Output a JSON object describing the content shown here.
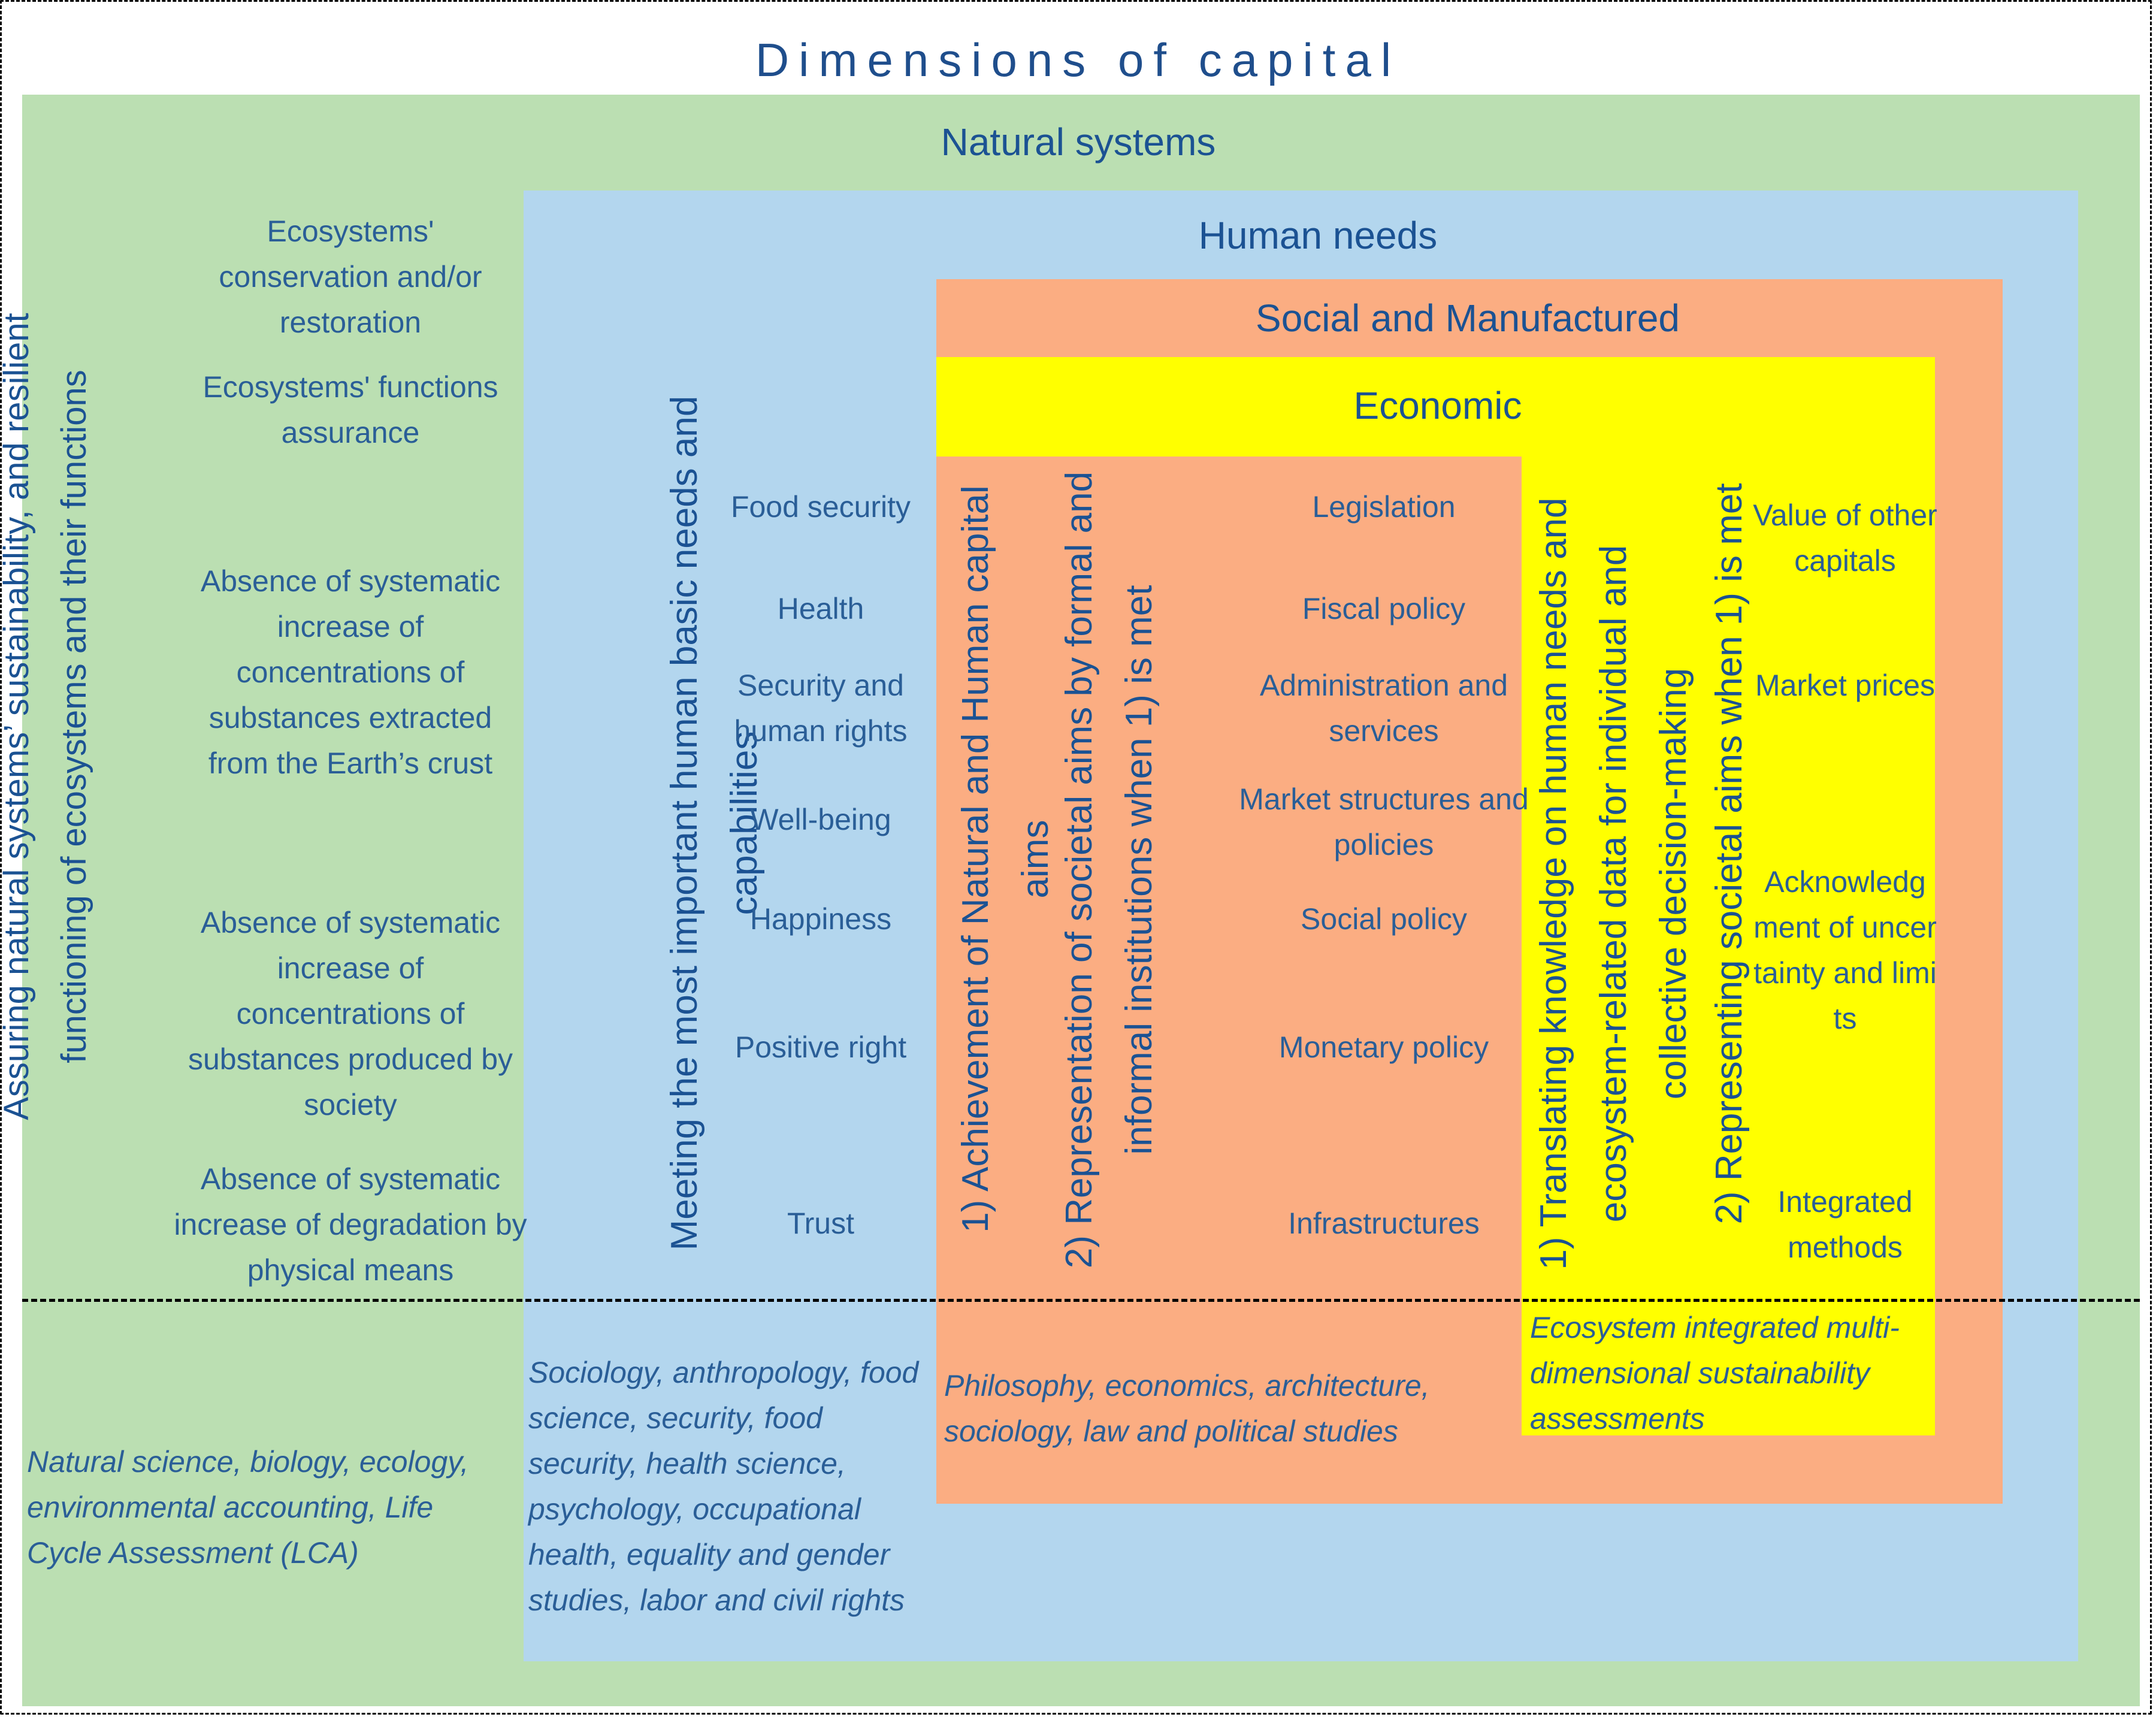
{
  "title": "Dimensions of capital",
  "headers": {
    "natural": "Natural systems",
    "human": "Human needs",
    "social": "Social and Manufactured",
    "economic": "Economic"
  },
  "natural": {
    "vertical": "Assuring natural systems’ sustainability, and resilient functioning of ecosystems and their functions",
    "items": [
      "Ecosystems' conservation and/or restoration",
      "Ecosystems' functions assurance",
      "Absence of systematic increase of concentrations of substances extracted from the Earth’s crust",
      "Absence of systematic increase of concentrations of substances produced by society",
      "Absence of systematic increase of degradation by physical means"
    ],
    "disciplines": "Natural science, biology, ecology, environmental accounting, Life Cycle Assessment (LCA)"
  },
  "human": {
    "vertical": "Meeting the most important human basic needs and capabilities",
    "items": [
      "Food security",
      "Health",
      "Security and human rights",
      "Well-being",
      "Happiness",
      "Positive right",
      "Trust"
    ],
    "disciplines": "Sociology, anthropology, food science, security, food security, health science, psychology, occupational health, equality and gender studies, labor and civil rights"
  },
  "social": {
    "vertical1": "1) Achievement of Natural and Human capital aims",
    "vertical2": "2) Representation of societal aims by formal and informal institutions when 1) is met",
    "items": [
      "Legislation",
      "Fiscal policy",
      "Administration and services",
      "Market structures and policies",
      "Social policy",
      "Monetary policy",
      "Infrastructures"
    ],
    "disciplines": "Philosophy, economics, architecture, sociology, law and political studies"
  },
  "economic": {
    "vertical1": "1) Translating knowledge on human needs and ecosystem-related data for individual and collective decision-making",
    "vertical2": "2) Representing societal aims when 1) is met",
    "items": [
      "Value of other capitals",
      "Market prices",
      "Acknowledgment of uncertainty and limits",
      "Integrated methods"
    ],
    "disciplines": "Ecosystem integrated multi-dimensional sustainability assessments"
  }
}
